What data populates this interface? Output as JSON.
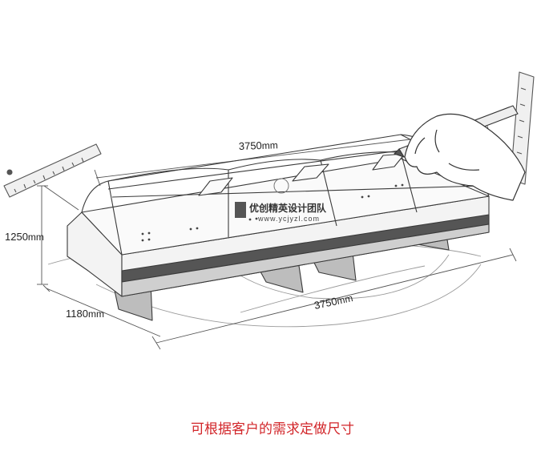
{
  "dimensions": {
    "top_length": "3750",
    "top_unit": "mm",
    "height": "1250",
    "height_unit": "mm",
    "depth": "1180",
    "depth_unit": "mm",
    "bottom_length": "3750",
    "bottom_unit": "mm"
  },
  "watermark": {
    "name": "优创精英设计团队",
    "url": "www.ycjyzl.com"
  },
  "caption": "可根据客户的需求定做尺寸",
  "colors": {
    "caption": "#d2262a",
    "line": "#333333"
  }
}
